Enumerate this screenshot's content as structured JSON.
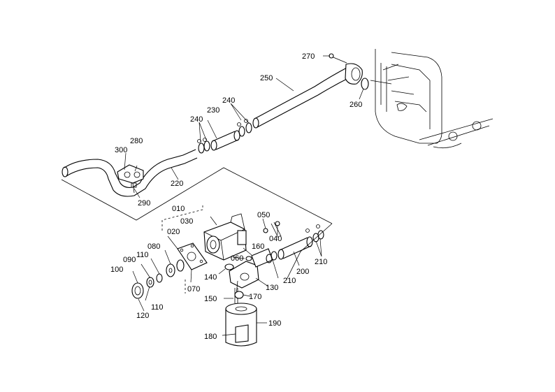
{
  "labels": {
    "p010": "010",
    "p020": "020",
    "p030": "030",
    "p040": "040",
    "p050": "050",
    "p060": "060",
    "p070": "070",
    "p080": "080",
    "p090": "090",
    "p100": "100",
    "p110a": "110",
    "p110b": "110",
    "p120": "120",
    "p130": "130",
    "p140": "140",
    "p150": "150",
    "p160": "160",
    "p170": "170",
    "p180": "180",
    "p190": "190",
    "p200": "200",
    "p210a": "210",
    "p210b": "210",
    "p220": "220",
    "p230": "230",
    "p240a": "240",
    "p240b": "240",
    "p250": "250",
    "p260": "260",
    "p270": "270",
    "p280": "280",
    "p290": "290",
    "p300": "300"
  }
}
